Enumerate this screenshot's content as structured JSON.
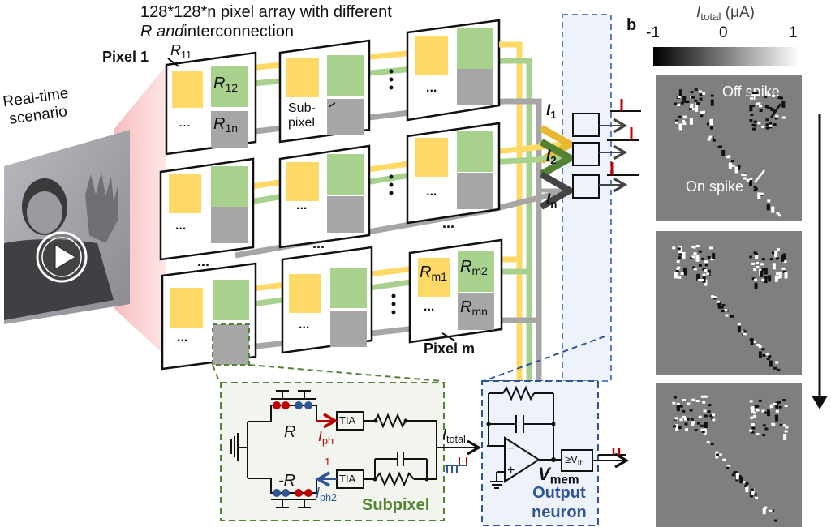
{
  "figure": {
    "array_title_line1": "128*128*n pixel array with different",
    "array_title_line2_italic": "R and",
    "array_title_line2_rest": "interconnection",
    "pixel1_label": "Pixel 1",
    "pixelm_label": "Pixel m",
    "scenario_label_line1": "Real-time",
    "scenario_label_line2": "scenario",
    "subpixel_label_line1": "Sub-",
    "subpixel_label_line2": "pixel",
    "ellipsis": "...",
    "resistances": {
      "r11": {
        "main": "R",
        "sub": "11"
      },
      "r12": {
        "main": "R",
        "sub": "12"
      },
      "r1n": {
        "main": "R",
        "sub": "1n"
      },
      "rm1": {
        "main": "R",
        "sub": "m1"
      },
      "rm2": {
        "main": "R",
        "sub": "m2"
      },
      "rmn": {
        "main": "R",
        "sub": "mn"
      }
    },
    "currents": [
      {
        "main": "I",
        "sub": "1"
      },
      {
        "main": "I",
        "sub": "2"
      },
      {
        "main": "I",
        "sub": "n"
      }
    ],
    "circuit": {
      "r_label": "R",
      "neg_r_label": "-R",
      "iph_main": "I",
      "iph_sub": "ph",
      "iph2_main": "I",
      "iph2_sub": "ph2",
      "one_label": "1",
      "tia_label": "TIA",
      "itotal_main": "I",
      "itotal_sub": "total",
      "subpixel_box_label": "Subpixel",
      "vmem_main": "V",
      "vmem_sub": "mem",
      "threshold_label": "≥V",
      "threshold_sub": "th",
      "output_neuron_line1": "Output",
      "output_neuron_line2": "neuron",
      "minus_sign": "−",
      "plus_sign": "+"
    },
    "panel_b": {
      "letter": "b",
      "colorbar_title_main": "I",
      "colorbar_title_sub": "total",
      "colorbar_unit": " (μA)",
      "colorbar_ticks": [
        "-1",
        "0",
        "1"
      ],
      "colorbar_range": [
        -1,
        1
      ],
      "off_spike_label": "Off spike",
      "on_spike_label": "On spike"
    },
    "colors": {
      "yellow": "#ffd966",
      "green": "#a9d18e",
      "gray": "#a6a6a6",
      "red": "#c00000",
      "blue": "#2f5597",
      "subpixel_green": "#548235",
      "output_blue": "#2f5597",
      "pink": "#f4a6a6",
      "panel_bg": "#7f7f7f"
    },
    "play_icon": "play-circle-icon"
  }
}
